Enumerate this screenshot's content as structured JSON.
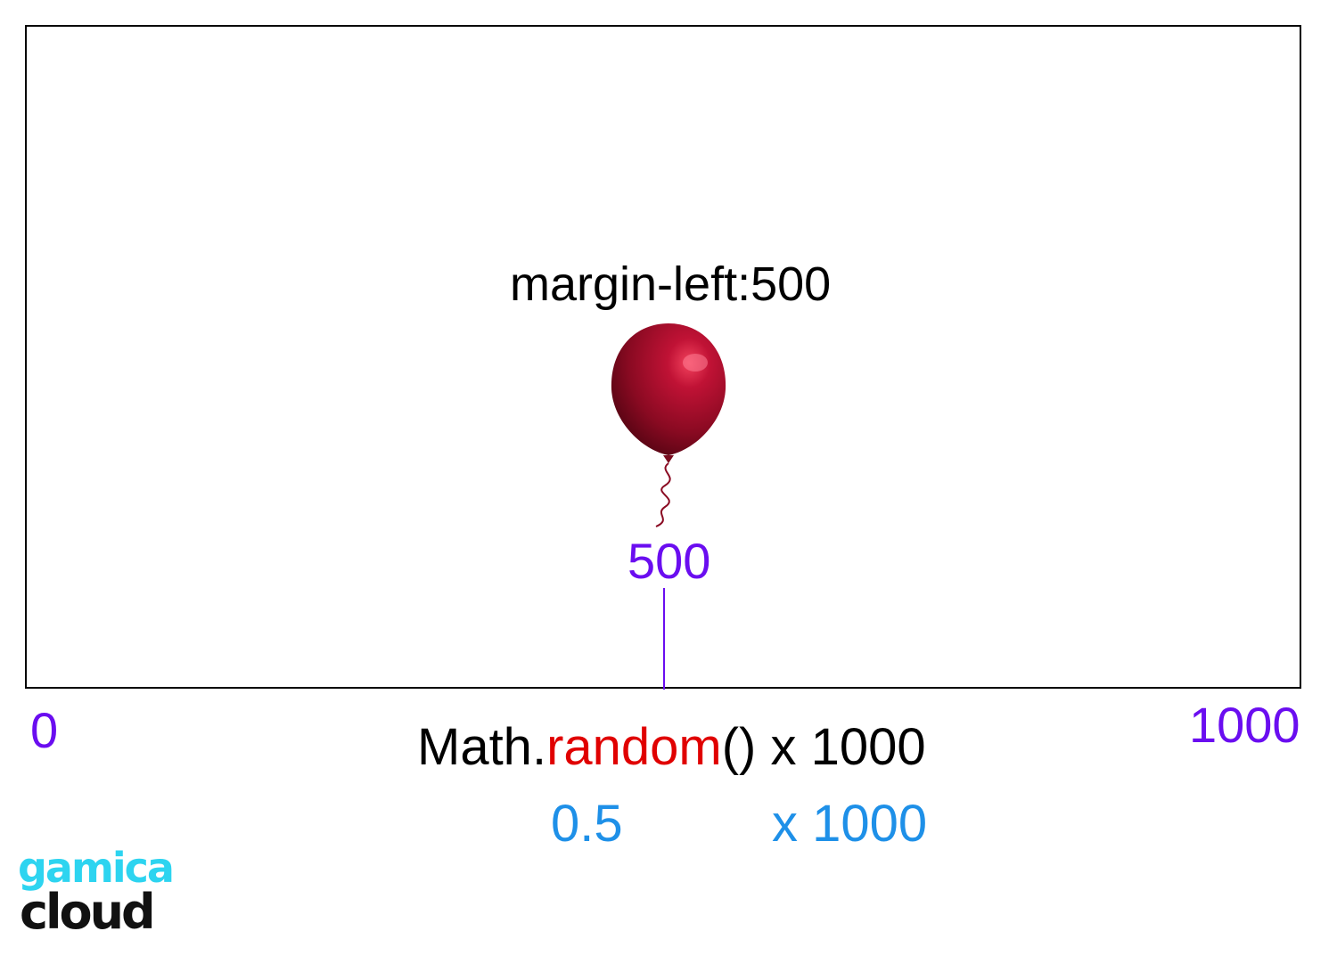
{
  "diagram": {
    "caption": "margin-left:500",
    "marker_value": "500",
    "axis": {
      "min_label": "0",
      "max_label": "1000"
    },
    "formula": {
      "prefix": "Math.",
      "highlight": "random",
      "suffix": "() x 1000"
    },
    "example": {
      "value": "0.5",
      "multiplier": "x  1000"
    },
    "balloon_icon": "red-balloon-icon"
  },
  "logo": {
    "line1": "gamica",
    "line2": "cloud"
  },
  "colors": {
    "axis_labels": "#6A0DF0",
    "highlight": "#E00000",
    "example": "#1E90E8",
    "logo_top": "#2DD4F0",
    "logo_bottom": "#111111",
    "balloon": "#A0102A"
  }
}
